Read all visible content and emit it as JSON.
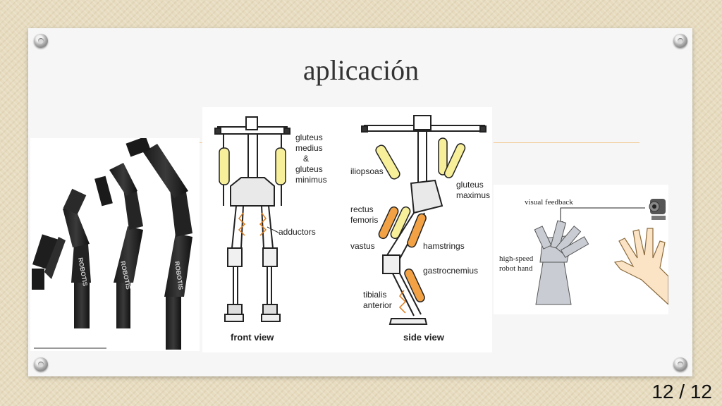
{
  "slide": {
    "title": "aplicación",
    "page_number": "12 / 12"
  },
  "robot_arms": {
    "brand_mark": "ROBOTIS"
  },
  "exoskeleton": {
    "front_view": {
      "caption": "front view",
      "labels": {
        "gluteus": "gluteus",
        "medius": "medius",
        "amp": "&",
        "gluteus2": "gluteus",
        "minimus": "minimus",
        "adductors": "adductors"
      }
    },
    "side_view": {
      "caption": "side view",
      "labels": {
        "iliopsoas": "iliopsoas",
        "gluteus": "gluteus",
        "maximus": "maximus",
        "rectus": "rectus",
        "femoris": "femoris",
        "vastus": "vastus",
        "hamstrings": "hamstrings",
        "gastrocnemius": "gastrocnemius",
        "tibialis": "tibialis",
        "anterior": "anterior"
      }
    }
  },
  "robot_hand": {
    "visual_feedback": "visual feedback",
    "high_speed": "high-speed",
    "robot_hand": "robot hand"
  }
}
